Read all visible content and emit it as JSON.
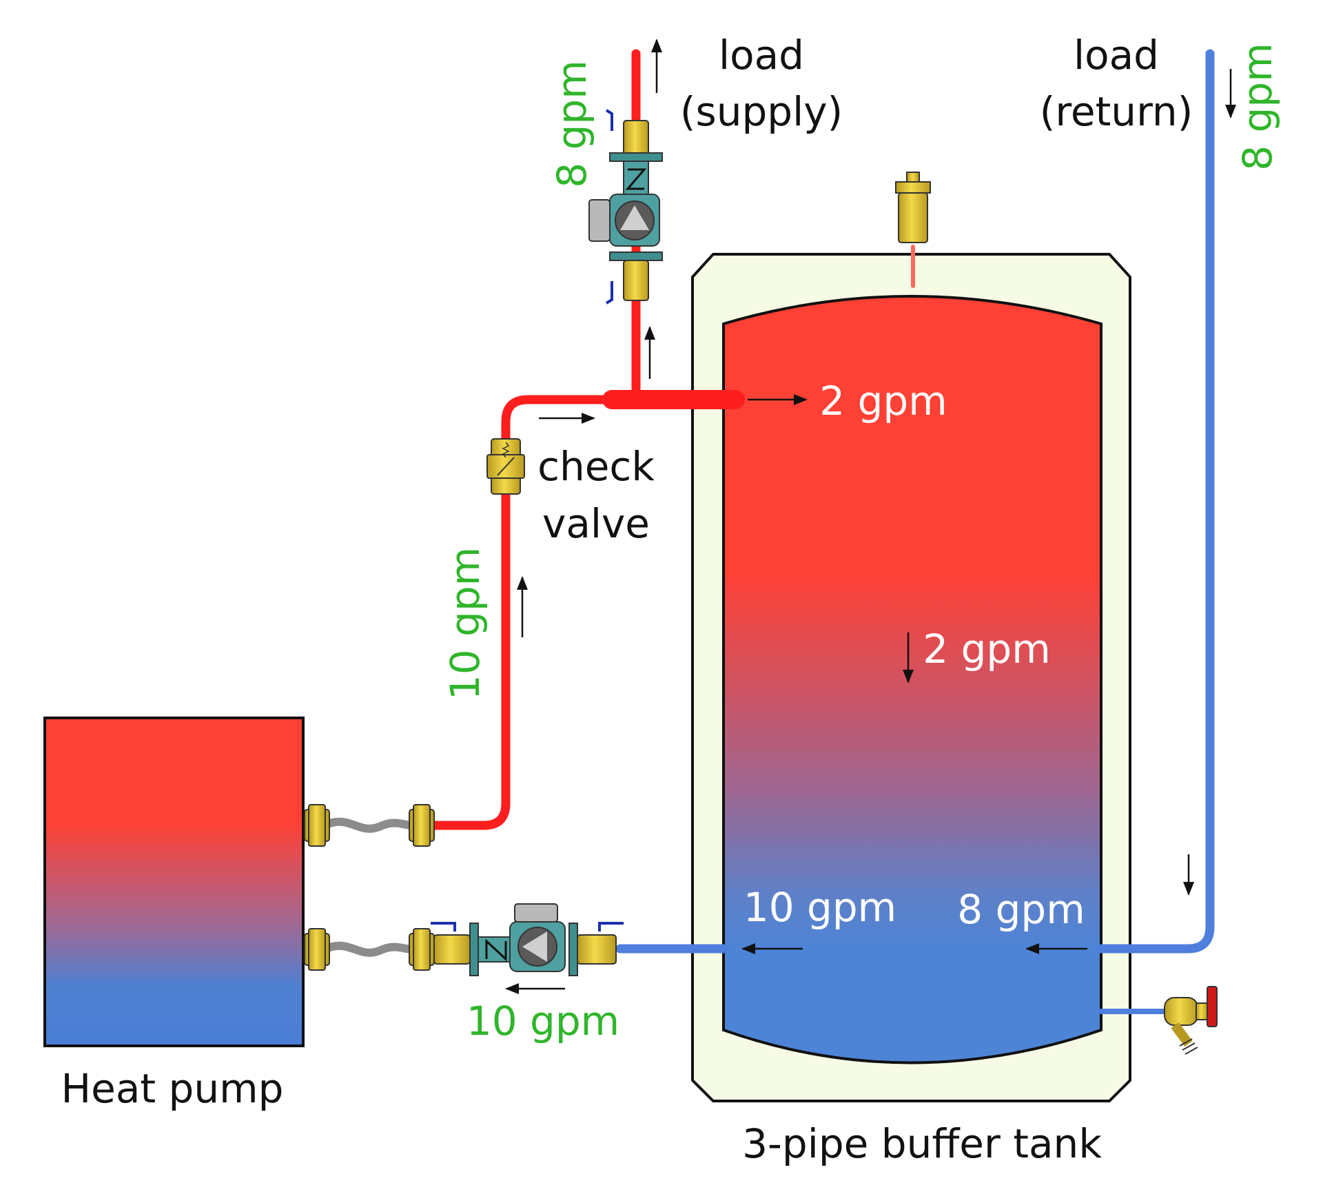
{
  "labels": {
    "load_supply_line1": "load",
    "load_supply_line2": "(supply)",
    "load_return_line1": "load",
    "load_return_line2": "(return)",
    "check_valve_line1": "check",
    "check_valve_line2": "valve",
    "heat_pump": "Heat pump",
    "buffer_tank": "3-pipe buffer tank"
  },
  "flows": {
    "load_supply": "8 gpm",
    "load_return": "8 gpm",
    "heat_pump_supply": "10 gpm",
    "tank_top_inlet": "2 gpm",
    "tank_downflow": "2 gpm",
    "tank_bottom_outlet": "10 gpm",
    "tank_return_inlet": "8 gpm",
    "heat_pump_return": "10 gpm"
  },
  "colors": {
    "hot": "#ff3b30",
    "cold": "#4a7fd6",
    "flow_label": "#2fb52a",
    "tank_jacket": "#f6fbe6",
    "brass": "#e8c83a",
    "circulator": "#4fa0a0"
  },
  "icons": {
    "circulator": "circulator-pump-icon",
    "valve": "ball-valve-icon",
    "check_valve": "check-valve-icon",
    "air_vent": "air-vent-icon",
    "drain": "drain-valve-icon",
    "union": "union-fitting-icon"
  }
}
